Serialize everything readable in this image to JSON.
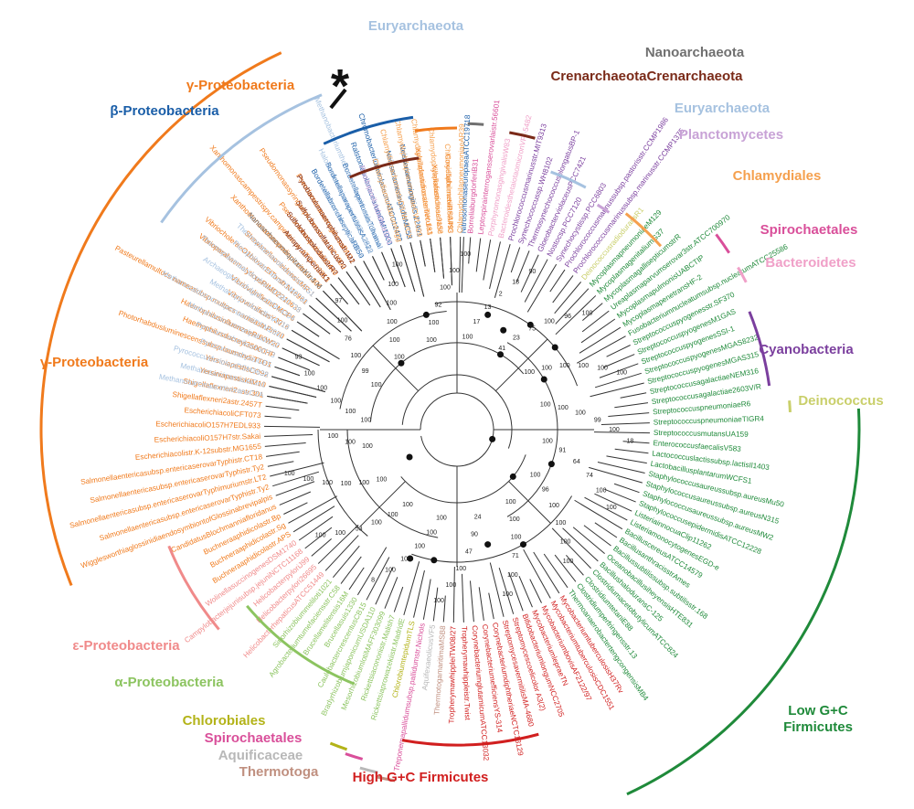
{
  "figure": {
    "asterisk": "*"
  },
  "groups": [
    {
      "id": "euryarchaeota-top",
      "label": "Euryarchaeota",
      "color": "#a6c2e0"
    },
    {
      "id": "crenarchaeota-inner",
      "label": "Crenarchaeota",
      "color": "#7a2a18"
    },
    {
      "id": "nanoarchaeota",
      "label": "Nanoarchaeota",
      "color": "#707070"
    },
    {
      "id": "crenarchaeota",
      "label": "Crenarchaeota",
      "color": "#7a2a18"
    },
    {
      "id": "euryarchaeota-2",
      "label": "Euryarchaeota",
      "color": "#a6c2e0"
    },
    {
      "id": "planctomycetes",
      "label": "Planctomycetes",
      "color": "#c8a2d6"
    },
    {
      "id": "chlamydiales",
      "label": "Chlamydiales",
      "color": "#f5a04e"
    },
    {
      "id": "spirochaetales-right",
      "label": "Spirochaetales",
      "color": "#d94f9a"
    },
    {
      "id": "bacteroidetes",
      "label": "Bacteroidetes",
      "color": "#f0a0c8"
    },
    {
      "id": "cyanobacteria",
      "label": "Cyanobacteria",
      "color": "#7b3f9e"
    },
    {
      "id": "deinococcus",
      "label": "Deinococcus",
      "color": "#c9cf6a"
    },
    {
      "id": "low-gc-firmicutes",
      "label": "Low G+C\nFirmicutes",
      "color": "#1f8a3a"
    },
    {
      "id": "high-gc-firmicutes",
      "label": "High G+C Firmicutes",
      "color": "#d11f1f"
    },
    {
      "id": "thermotoga",
      "label": "Thermotoga",
      "color": "#c09080"
    },
    {
      "id": "aquificaceae",
      "label": "Aquificaceae",
      "color": "#b8b8b8"
    },
    {
      "id": "spirochaetales-left",
      "label": "Spirochaetales",
      "color": "#d94f9a"
    },
    {
      "id": "chlorobiales",
      "label": "Chlorobiales",
      "color": "#b3b318"
    },
    {
      "id": "alpha-proteobacteria",
      "label": "α-Proteobacteria",
      "color": "#8cc460"
    },
    {
      "id": "epsilon-proteobacteria",
      "label": "ε-Proteobacteria",
      "color": "#f08a8a"
    },
    {
      "id": "gamma-proteobacteria-main",
      "label": "γ-Proteobacteria",
      "color": "#f07a1c"
    },
    {
      "id": "beta-proteobacteria",
      "label": "β-Proteobacteria",
      "color": "#1a5ea8"
    },
    {
      "id": "gamma-proteobacteria-top",
      "label": "γ-Proteobacteria",
      "color": "#f07a1c"
    }
  ],
  "taxa": [
    {
      "name": "NitrosomonaseuropaeaATCC19718",
      "angle": -88,
      "color": "#1a5ea8"
    },
    {
      "name": "CoxiellaburnetiiRSA493",
      "angle": -92,
      "color": "#f07a1c"
    },
    {
      "name": "Xylellafastidiosa9a5c",
      "angle": -95,
      "color": "#f07a1c"
    },
    {
      "name": "Xylellafastidiosatemecula1",
      "angle": -98,
      "color": "#f07a1c"
    },
    {
      "name": "Neisseriameningitidis Z2491",
      "angle": -101,
      "color": "#1a5ea8"
    },
    {
      "name": "NeisseriameningitidisMC58",
      "angle": -104,
      "color": "#1a5ea8"
    },
    {
      "name": "ChromobacteriumviolaceumATCC12472",
      "angle": -107,
      "color": "#1a5ea8"
    },
    {
      "name": "RalstoniasolanacearumGMI1000",
      "angle": -110,
      "color": "#1a5ea8"
    },
    {
      "name": "BordetellapertussisTohamaI",
      "angle": -113,
      "color": "#1a5ea8"
    },
    {
      "name": "BordetellaparapertussisA2822",
      "angle": -116,
      "color": "#1a5ea8"
    },
    {
      "name": "BordetellabronchisepticaRB50",
      "angle": -119,
      "color": "#1a5ea8"
    },
    {
      "name": "PseudomonasaeruginosaPAO1",
      "angle": -122,
      "color": "#f07a1c"
    },
    {
      "name": "Pseudomonassyringaepv.tomatostr.DC3000",
      "angle": -125,
      "color": "#f07a1c"
    },
    {
      "name": "Pseudomonasputidakt2440",
      "angle": -128,
      "color": "#f07a1c"
    },
    {
      "name": "Xanthomonascampestrispv.campestrisstr.ATCC33913",
      "angle": -131,
      "color": "#f07a1c"
    },
    {
      "name": "Xanthomonasaxonopodispv.citristr.306",
      "angle": -134,
      "color": "#f07a1c"
    },
    {
      "name": "ShewanellaoneidensisMR-1",
      "angle": -137,
      "color": "#f07a1c"
    },
    {
      "name": "VibriocholeraeO1biovarEITorstr.N16961",
      "angle": -140,
      "color": "#f07a1c"
    },
    {
      "name": "VibrioparahaemolyticusRIMD2210633",
      "angle": -143,
      "color": "#f07a1c"
    },
    {
      "name": "VibriovulnificusCMCP6",
      "angle": -146,
      "color": "#f07a1c"
    },
    {
      "name": "VibriovulnificusYJ016",
      "angle": -149,
      "color": "#f07a1c"
    },
    {
      "name": "Pasteurellamultocs nameasubsp.multocs nameastr.Pm70",
      "angle": -152,
      "color": "#f07a1c"
    },
    {
      "name": "HaemophilusinfluenzaeRdKW20",
      "angle": -155,
      "color": "#f07a1c"
    },
    {
      "name": "Haemophilusducreyi35000HP",
      "angle": -158,
      "color": "#f07a1c"
    },
    {
      "name": "Photorhabdusluminescenssubsp.laumondiiTTO1",
      "angle": -161,
      "color": "#f07a1c"
    },
    {
      "name": "YersiniapestisCO92",
      "angle": -164,
      "color": "#f07a1c"
    },
    {
      "name": "YersiniapestisKIM10",
      "angle": -167,
      "color": "#f07a1c"
    },
    {
      "name": "Shigellaflexneri2astr.301",
      "angle": -170,
      "color": "#f07a1c"
    },
    {
      "name": "Shigellaflexneri2astr.2457T",
      "angle": -173,
      "color": "#f07a1c"
    },
    {
      "name": "EscherichiacoliCFT073",
      "angle": -176,
      "color": "#f07a1c"
    },
    {
      "name": "EscherichiacoliO157H7EDL933",
      "angle": -179,
      "color": "#f07a1c"
    },
    {
      "name": "EscherichiacoliO157H7str.Sakai",
      "angle": 178,
      "color": "#f07a1c"
    },
    {
      "name": "Escherichiacolistr.K-12substr.MG1655",
      "angle": 175,
      "color": "#f07a1c"
    },
    {
      "name": "Salmonellaentericasubsp.entericaserovarTyphistr.CT18",
      "angle": 172,
      "color": "#f07a1c"
    },
    {
      "name": "Salmonellaentericasubsp.entericaserovarTyphistr.Ty2",
      "angle": 169,
      "color": "#f07a1c"
    },
    {
      "name": "Salmonellaentericasubsp.entericaserovarTyphimuriumstr.LT2",
      "angle": 166,
      "color": "#f07a1c"
    },
    {
      "name": "Salmonellaentericasubsp.entericaserovarTyphistr.Ty2",
      "angle": 163,
      "color": "#f07a1c"
    },
    {
      "name": "WigglesworthiaglossinidiaendosymbiontofGlossinabrevipalpis",
      "angle": 160,
      "color": "#f07a1c"
    },
    {
      "name": "CandidatusBlochmanniafloridanus",
      "angle": 157,
      "color": "#f07a1c"
    },
    {
      "name": "Buchneraaphidicolastr.Bp",
      "angle": 154,
      "color": "#f07a1c"
    },
    {
      "name": "Buchneraaphidicolastr.Sg",
      "angle": 151,
      "color": "#f07a1c"
    },
    {
      "name": "Buchneraaphidicolastr.APS",
      "angle": 148,
      "color": "#f07a1c"
    },
    {
      "name": "WolinellasuccinogenesDSM1740",
      "angle": 145,
      "color": "#f08a8a"
    },
    {
      "name": "Campylobacterjejunisubsp.jejuniNCTC11168",
      "angle": 142,
      "color": "#f08a8a"
    },
    {
      "name": "HelicobacterpyloriJ99",
      "angle": 139,
      "color": "#f08a8a"
    },
    {
      "name": "Helicobacterpylori26695",
      "angle": 136,
      "color": "#f08a8a"
    },
    {
      "name": "HelicobacterhepaticusATCC51449",
      "angle": 133,
      "color": "#f08a8a"
    },
    {
      "name": "Sinorhizobiummeliloti1021",
      "angle": 130,
      "color": "#8cc460"
    },
    {
      "name": "Agrobacteriumtumefaciensstr.C58",
      "angle": 127,
      "color": "#8cc460"
    },
    {
      "name": "Brucellamelitensis16M",
      "angle": 124,
      "color": "#8cc460"
    },
    {
      "name": "Brucellasuis1330",
      "angle": 121,
      "color": "#8cc460"
    },
    {
      "name": "CaulobactercrescentusCB15",
      "angle": 118,
      "color": "#8cc460"
    },
    {
      "name": "BradyrhizobiumjaponicumUSDA110",
      "angle": 115,
      "color": "#8cc460"
    },
    {
      "name": "MesorhizobiumlotiMAFF303099",
      "angle": 112,
      "color": "#8cc460"
    },
    {
      "name": "Rickettsiaconoriistr.Malish7",
      "angle": 109,
      "color": "#8cc460"
    },
    {
      "name": "Rickettsiaprowazekiistr.MadridE",
      "angle": 106,
      "color": "#8cc460"
    },
    {
      "name": "ChlorobiumtepidumTLS",
      "angle": 103,
      "color": "#b3b318"
    },
    {
      "name": "Treponemapallidumsubsp.pallidumstr.Nichols",
      "angle": 100,
      "color": "#d94f9a"
    },
    {
      "name": "AquifexaeolicusVF5",
      "angle": 97,
      "color": "#b8b8b8"
    },
    {
      "name": "ThermotogamaritimaMSB8",
      "angle": 94,
      "color": "#c09080"
    },
    {
      "name": "TropherymawhippleiTW08/27",
      "angle": 91,
      "color": "#d11f1f"
    },
    {
      "name": "Tropherymawhippleistr.Twist",
      "angle": 88,
      "color": "#d11f1f"
    },
    {
      "name": "CorynebacteriumglutamicumATCC13032",
      "angle": 85,
      "color": "#d11f1f"
    },
    {
      "name": "CorynebacteriumefficiensYS-314",
      "angle": 82,
      "color": "#d11f1f"
    },
    {
      "name": "CorynebacteriumdiphtheriaeNCTC13129",
      "angle": 79,
      "color": "#d11f1f"
    },
    {
      "name": "StreptomycesavermitilisMA-4680",
      "angle": 76,
      "color": "#d11f1f"
    },
    {
      "name": "Streptomycescoelicolor A3(2)",
      "angle": 73,
      "color": "#d11f1f"
    },
    {
      "name": "BifidobacteriumlongumNCC2705",
      "angle": 70,
      "color": "#d11f1f"
    },
    {
      "name": "MycobacteriumlepraeTN",
      "angle": 67,
      "color": "#d11f1f"
    },
    {
      "name": "MycobacteriumbovisAF2122/97",
      "angle": 64,
      "color": "#d11f1f"
    },
    {
      "name": "MycobacteriumtuberculosisCDC1551",
      "angle": 61,
      "color": "#d11f1f"
    },
    {
      "name": "MycobacteriumtuberculosisH37Rv",
      "angle": 58,
      "color": "#d11f1f"
    },
    {
      "name": "ThermoanaerobactertengcongensisMB4",
      "angle": 55,
      "color": "#1f8a3a"
    },
    {
      "name": "Clostridiumperfringensstr.13",
      "angle": 52,
      "color": "#1f8a3a"
    },
    {
      "name": "ClostridiumtetaniE88",
      "angle": 49,
      "color": "#1f8a3a"
    },
    {
      "name": "ClostridiumacetobutylicumATCC824",
      "angle": 46,
      "color": "#1f8a3a"
    },
    {
      "name": "BacillushaloduransC-125",
      "angle": 43,
      "color": "#1f8a3a"
    },
    {
      "name": "OceanobacillusiheyensisHTE831",
      "angle": 40,
      "color": "#1f8a3a"
    },
    {
      "name": "Bacillussubtilissubsp.subtilisstr.168",
      "angle": 37,
      "color": "#1f8a3a"
    },
    {
      "name": "BacillusanthracisstrAmes",
      "angle": 34,
      "color": "#1f8a3a"
    },
    {
      "name": "BacilluscereusATCC14579",
      "angle": 31,
      "color": "#1f8a3a"
    },
    {
      "name": "ListeriamonocytogenesEGD-e",
      "angle": 28,
      "color": "#1f8a3a"
    },
    {
      "name": "ListeriainnocuaClip11262",
      "angle": 25,
      "color": "#1f8a3a"
    },
    {
      "name": "StaphylococcusepidermidisATCC12228",
      "angle": 22,
      "color": "#1f8a3a"
    },
    {
      "name": "Staphylococcusaureussubsp.aureusMW2",
      "angle": 19,
      "color": "#1f8a3a"
    },
    {
      "name": "Staphylococcusaureussubsp.aureusN315",
      "angle": 16,
      "color": "#1f8a3a"
    },
    {
      "name": "Staphylococcusaureussubsp.aureusMu50",
      "angle": 13,
      "color": "#1f8a3a"
    },
    {
      "name": "LactobacillusplantarumWCFS1",
      "angle": 10,
      "color": "#1f8a3a"
    },
    {
      "name": "Lactococcuslactissubsp.lactisIl1403",
      "angle": 7,
      "color": "#1f8a3a"
    },
    {
      "name": "EnterococcusfaecalisV583",
      "angle": 4,
      "color": "#1f8a3a"
    },
    {
      "name": "StreptococcusmutansUA159",
      "angle": 1,
      "color": "#1f8a3a"
    },
    {
      "name": "StreptococcuspneumoniaeTIGR4",
      "angle": -2,
      "color": "#1f8a3a"
    },
    {
      "name": "StreptococcuspneumoniaeR6",
      "angle": -5,
      "color": "#1f8a3a"
    },
    {
      "name": "Streptococcusagalactiae2603V/R",
      "angle": -8,
      "color": "#1f8a3a"
    },
    {
      "name": "StreptococcusagalactiaeNEM316",
      "angle": -11,
      "color": "#1f8a3a"
    },
    {
      "name": "StreptococcuspyogenesMGAS315",
      "angle": -14,
      "color": "#1f8a3a"
    },
    {
      "name": "StreptococcuspyogenesMGAS8232",
      "angle": -17,
      "color": "#1f8a3a"
    },
    {
      "name": "StreptococcuspyogenesSSI-1",
      "angle": -20,
      "color": "#1f8a3a"
    },
    {
      "name": "StreptococcuspyogenesM1GAS",
      "angle": -23,
      "color": "#1f8a3a"
    },
    {
      "name": "Streptococcuspyogenesstr.SF370",
      "angle": -26,
      "color": "#1f8a3a"
    },
    {
      "name": "Fusobacteriumnucleatumsubsp.nucleatumATCC25586",
      "angle": -29,
      "color": "#1f8a3a"
    },
    {
      "name": "MycoplasmapenetransHF-2",
      "angle": -32,
      "color": "#1f8a3a"
    },
    {
      "name": "MycoplasmapulmonisUABCTIP",
      "angle": -35,
      "color": "#1f8a3a"
    },
    {
      "name": "Ureaplasmaparvumserovar3str.ATCC700970",
      "angle": -38,
      "color": "#1f8a3a"
    },
    {
      "name": "MycoplasmagallisepticumstrR",
      "angle": -41,
      "color": "#1f8a3a"
    },
    {
      "name": "MycoplasmagenitaliumG37",
      "angle": -44,
      "color": "#1f8a3a"
    },
    {
      "name": "MycoplasmapneumoniaeM129",
      "angle": -47,
      "color": "#1f8a3a"
    },
    {
      "name": "DeinococcusradioduransR1",
      "angle": -50,
      "color": "#c9cf6a"
    },
    {
      "name": "Prochlorococcusmarinussubsp.marinusstr.CCMP1375",
      "angle": -53,
      "color": "#7b3f9e"
    },
    {
      "name": "Prochlorococcusmarinussubsp.pastorisstr.CCMP1986",
      "angle": -56,
      "color": "#7b3f9e"
    },
    {
      "name": "Synechocystissp.PCC6803",
      "angle": -59,
      "color": "#7b3f9e"
    },
    {
      "name": "Nostocsp.PCC7120",
      "angle": -62,
      "color": "#7b3f9e"
    },
    {
      "name": "GloeobacterviolaceusPCC7421",
      "angle": -65,
      "color": "#7b3f9e"
    },
    {
      "name": "ThermosynechococcuselongatusBP-1",
      "angle": -68,
      "color": "#7b3f9e"
    },
    {
      "name": "Synechococcussp.WH8102",
      "angle": -71,
      "color": "#7b3f9e"
    },
    {
      "name": "Prochlorococcusmarinusstr.MIT9313",
      "angle": -74,
      "color": "#7b3f9e"
    },
    {
      "name": "BacteroidesthetaiotaomicronVPI-5482",
      "angle": -77,
      "color": "#f0a0c8"
    },
    {
      "name": "PorphyromonasgingivalisW83",
      "angle": -80,
      "color": "#f0a0c8"
    },
    {
      "name": "Leptospirainterrogansserovarlaistr.56601",
      "angle": -83,
      "color": "#d94f9a"
    },
    {
      "name": "BorreliaburgdorferiB31",
      "angle": -86,
      "color": "#d94f9a"
    },
    {
      "name": "ChlamydophilapneumoniaeAR39",
      "angle": -89,
      "color": "#f5a04e"
    },
    {
      "name": "ChlamydophilacaviaeGPIC",
      "angle": -92,
      "color": "#f5a04e"
    },
    {
      "name": "ChlamydophilapneumoniaeJ138",
      "angle": -95,
      "color": "#f5a04e"
    },
    {
      "name": "ChlamydophilapneumoniaeTW-183",
      "angle": -98,
      "color": "#f5a04e"
    },
    {
      "name": "ChlamydophilapneumoniaeCWL029",
      "angle": -101,
      "color": "#f5a04e"
    },
    {
      "name": "ChlamydiatrachomatisD/UW-3/CX",
      "angle": -104,
      "color": "#f5a04e"
    },
    {
      "name": "ChlamydiamuridarumNigg",
      "angle": -107,
      "color": "#f5a04e"
    },
    {
      "name": "RhodopirellulabalticaSH1",
      "angle": -110,
      "color": "#c8a2d6"
    },
    {
      "name": "MethanobacteriumthermoautotrophicumstrDeltaH",
      "angle": -113,
      "color": "#a6c2e0"
    },
    {
      "name": "HaloarculamarismortuiATCC43049",
      "angle": -116,
      "color": "#a6c2e0"
    },
    {
      "name": "Halobacteriumsp.NRC-1",
      "angle": -119,
      "color": "#a6c2e0"
    },
    {
      "name": "Pyrobaculumaerophilumstr.IM2",
      "angle": -122,
      "color": "#7a2a18"
    },
    {
      "name": "SulfolobussolfataricusP2",
      "angle": -125,
      "color": "#7a2a18"
    },
    {
      "name": "SulfolobustokodaiistrR7",
      "angle": -128,
      "color": "#7a2a18"
    },
    {
      "name": "AeropyrumpernixK1",
      "angle": -131,
      "color": "#7a2a18"
    },
    {
      "name": "NanoarchaeumequitansKin4-M",
      "angle": -134,
      "color": "#707070"
    },
    {
      "name": "ThermoplasmavolcaniumGSS1",
      "angle": -137,
      "color": "#a6c2e0"
    },
    {
      "name": "PicrophilustorridusDSM9790",
      "angle": -140,
      "color": "#a6c2e0"
    },
    {
      "name": "ThermoplasmaacidophilumDSM1728",
      "angle": -143,
      "color": "#a6c2e0"
    },
    {
      "name": "ArchaeoglobusfulgidusDSM4304",
      "angle": -146,
      "color": "#a6c2e0"
    },
    {
      "name": "MethanopyruskandleriAV19",
      "angle": -149,
      "color": "#a6c2e0"
    },
    {
      "name": "MethanocaldococcusjannaschiiDSM2661",
      "angle": -152,
      "color": "#a6c2e0"
    },
    {
      "name": "MethanococcusmaripaludisS2",
      "angle": -155,
      "color": "#a6c2e0"
    },
    {
      "name": "PyrococcushorikoshiiOT3",
      "angle": -158,
      "color": "#a6c2e0"
    },
    {
      "name": "PyrococcusabyssiGE5",
      "angle": -161,
      "color": "#a6c2e0"
    },
    {
      "name": "PyrococcusfuriosusDSM3638",
      "angle": -164,
      "color": "#a6c2e0"
    },
    {
      "name": "MethanosarcinamazeiGo1",
      "angle": -167,
      "color": "#a6c2e0"
    },
    {
      "name": "MethanosarcinaacetivoransC2A",
      "angle": -170,
      "color": "#a6c2e0"
    }
  ],
  "bootstrap_values": [
    "100",
    "100",
    "100",
    "100",
    "100",
    "93",
    "100",
    "99",
    "100",
    "76",
    "100",
    "97",
    "100",
    "100",
    "100",
    "100",
    "100",
    "100",
    "100",
    "100",
    "92",
    "100",
    "100",
    "100",
    "100",
    "17",
    "13",
    "2",
    "18",
    "90",
    "41",
    "23",
    "75",
    "100",
    "96",
    "100",
    "100",
    "100",
    "100",
    "100",
    "100",
    "100",
    "100",
    "100",
    "100",
    "99",
    "100",
    "18",
    "100",
    "91",
    "64",
    "74",
    "100",
    "100",
    "100",
    "96",
    "100",
    "100",
    "100",
    "100",
    "100",
    "100",
    "100",
    "71",
    "100",
    "100",
    "24",
    "90",
    "47",
    "100",
    "100",
    "100",
    "100",
    "100",
    "100",
    "100",
    "100",
    "8",
    "100",
    "100",
    "100",
    "53",
    "100",
    "100",
    "100",
    "100",
    "100",
    "100",
    "100",
    "100",
    "100",
    "100",
    "100"
  ]
}
